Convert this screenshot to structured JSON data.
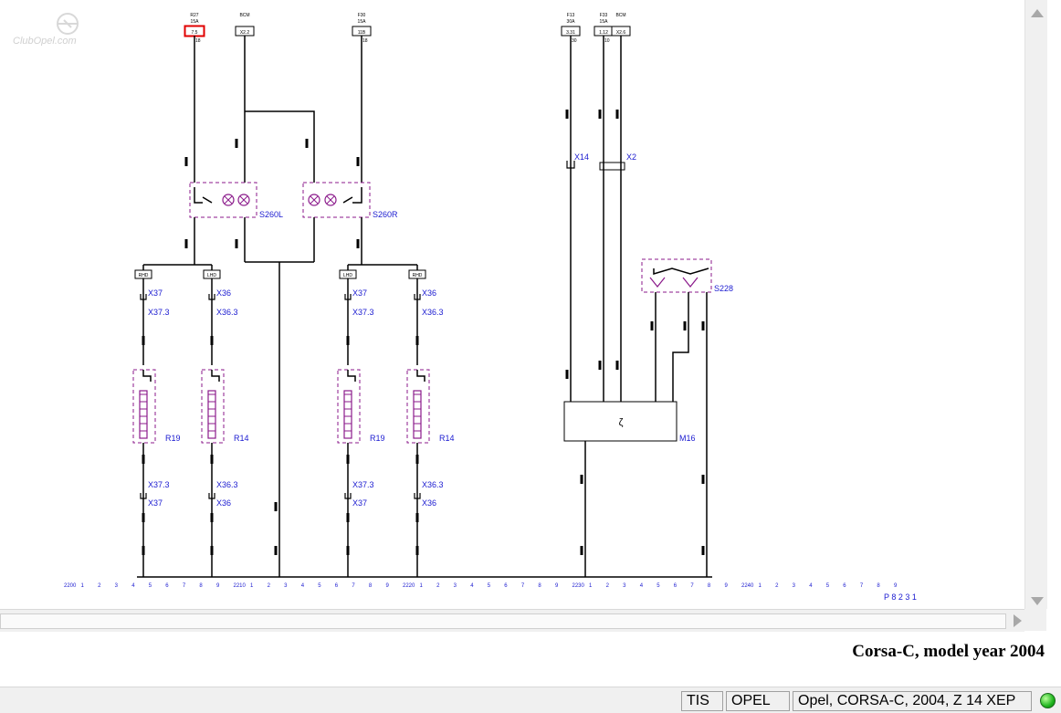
{
  "window": {
    "caption": "Corsa-C, model year 2004",
    "watermark": "ClubOpel.com"
  },
  "diagram": {
    "page_id": "P 8 2 3 1",
    "wire_color": "#000000",
    "component_color": "#8b1a8b",
    "label_color": "#1a1ad0",
    "highlight_color": "#e00000",
    "top_sources": [
      {
        "label": "R27",
        "sub": "15A",
        "box": "7.5",
        "pin": "18"
      },
      {
        "label": "BCM",
        "sub": "",
        "box": "X2.2",
        "pin": ""
      },
      {
        "label": "F30",
        "sub": "15A",
        "box": "11B",
        "pin": "18"
      },
      {
        "label": "F13",
        "sub": "30A",
        "box": "3.31",
        "pin": "30"
      },
      {
        "label": "F33",
        "sub": "15A",
        "box": "1.12",
        "pin": "10"
      },
      {
        "label": "BCM",
        "sub": "",
        "box": "X2.6",
        "pin": ""
      }
    ],
    "components": {
      "s260l": "S260L",
      "s260r": "S260R",
      "s228": "S228",
      "m16": "M16",
      "x14": "X14",
      "x2": "X2",
      "r19_left": "R19",
      "r14_left": "R14",
      "r19_right": "R19",
      "r14_right": "R14"
    },
    "side_labels": {
      "rhd": "RHD",
      "lhd": "LHD"
    },
    "connectors": {
      "x37": "X37",
      "x37_3": "X37.3",
      "x36": "X36",
      "x36_3": "X36.3"
    },
    "bus_numbers": [
      "2200",
      "1",
      "2",
      "3",
      "4",
      "5",
      "6",
      "7",
      "8",
      "9",
      "2210",
      "1",
      "2",
      "3",
      "4",
      "5",
      "6",
      "7",
      "8",
      "9",
      "2220",
      "1",
      "2",
      "3",
      "4",
      "5",
      "6",
      "7",
      "8",
      "9",
      "2230",
      "1",
      "2",
      "3",
      "4",
      "5",
      "6",
      "7",
      "8",
      "9",
      "2240",
      "1",
      "2",
      "3",
      "4",
      "5",
      "6",
      "7",
      "8",
      "9"
    ]
  },
  "status_bar": {
    "tis": "TIS",
    "brand": "OPEL",
    "vehicle": "Opel, CORSA-C, 2004, Z 14 XEP",
    "status_color": "#22b022"
  }
}
